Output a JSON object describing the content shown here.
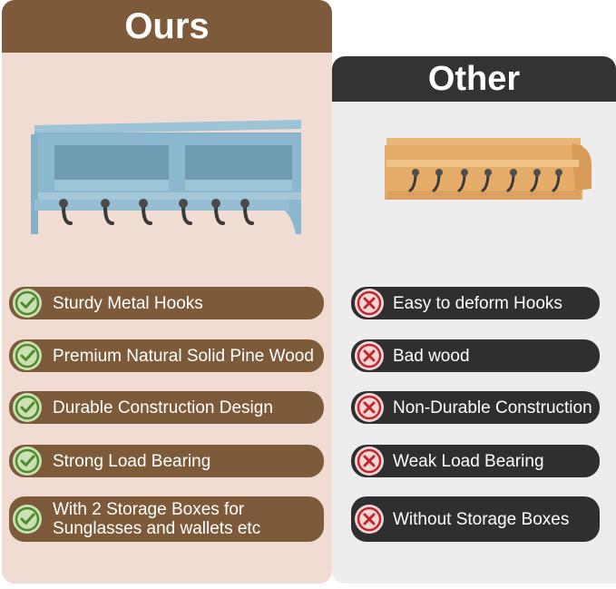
{
  "ours": {
    "title": "Ours",
    "features": [
      "Sturdy Metal Hooks",
      "Premium Natural Solid Pine Wood",
      "Durable Construction Design",
      "Strong Load Bearing",
      "With 2 Storage Boxes for Sunglasses and wallets etc"
    ]
  },
  "other": {
    "title": "Other",
    "features": [
      "Easy to deform Hooks",
      "Bad wood",
      "Non-Durable Construction",
      "Weak Load Bearing",
      "Without Storage Boxes"
    ]
  },
  "icons": {
    "ours": "check-circle-icon",
    "other": "x-circle-icon"
  },
  "colors": {
    "ours_accent": "#7d5a39",
    "ours_background": "#f1dcd4",
    "other_accent": "#333333",
    "other_background": "#ededed",
    "check": "#4f8a2b",
    "cross": "#c0272d"
  }
}
